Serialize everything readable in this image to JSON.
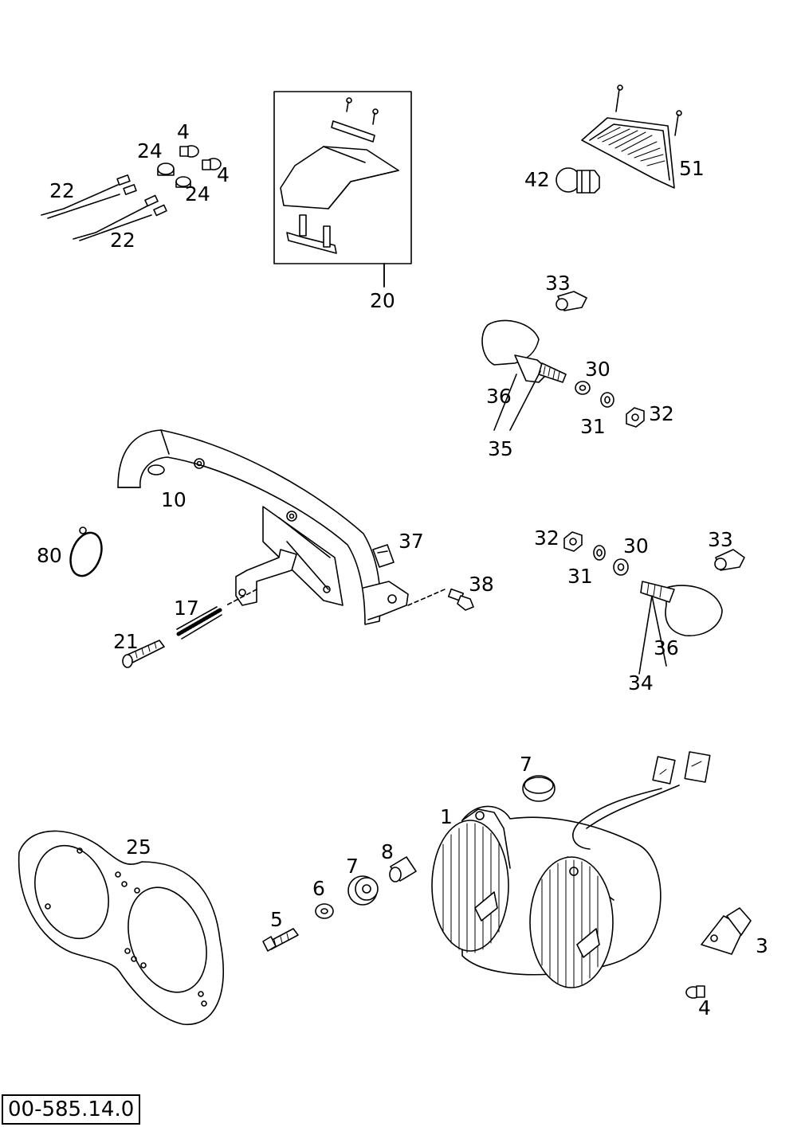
{
  "drawing_id": "00-585.14.0",
  "callouts": {
    "c1": "1",
    "c3": "3",
    "c4a": "4",
    "c4b": "4",
    "c4c": "4",
    "c5": "5",
    "c6": "6",
    "c7a": "7",
    "c7b": "7",
    "c8": "8",
    "c10": "10",
    "c17": "17",
    "c20": "20",
    "c21": "21",
    "c22a": "22",
    "c22b": "22",
    "c24a": "24",
    "c24b": "24",
    "c25": "25",
    "c30a": "30",
    "c30b": "30",
    "c31a": "31",
    "c31b": "31",
    "c32a": "32",
    "c32b": "32",
    "c33a": "33",
    "c33b": "33",
    "c34": "34",
    "c35": "35",
    "c36a": "36",
    "c36b": "36",
    "c37": "37",
    "c38": "38",
    "c42": "42",
    "c51": "51",
    "c80": "80"
  }
}
